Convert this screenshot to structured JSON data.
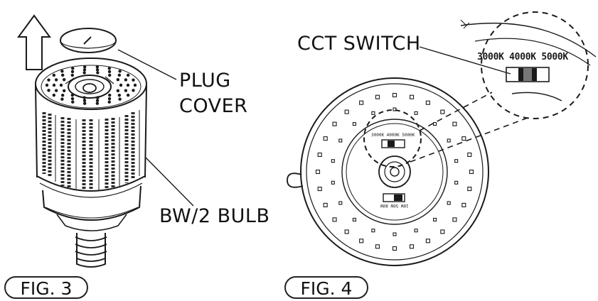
{
  "fig3": {
    "plug_cover_label": "PLUG\nCOVER",
    "bulb_label": "BW/2 BULB",
    "caption": "FIG. 3"
  },
  "fig4": {
    "switch_label": "CCT SWITCH",
    "cct_options": "3000K 4000K 5000K",
    "small_cct_text": "3000K 4000K 5000K",
    "small_wattage_text": "10W 50W 80W",
    "caption": "FIG. 4"
  },
  "colors": {
    "line": "#1a1a1a",
    "background": "#ffffff"
  }
}
